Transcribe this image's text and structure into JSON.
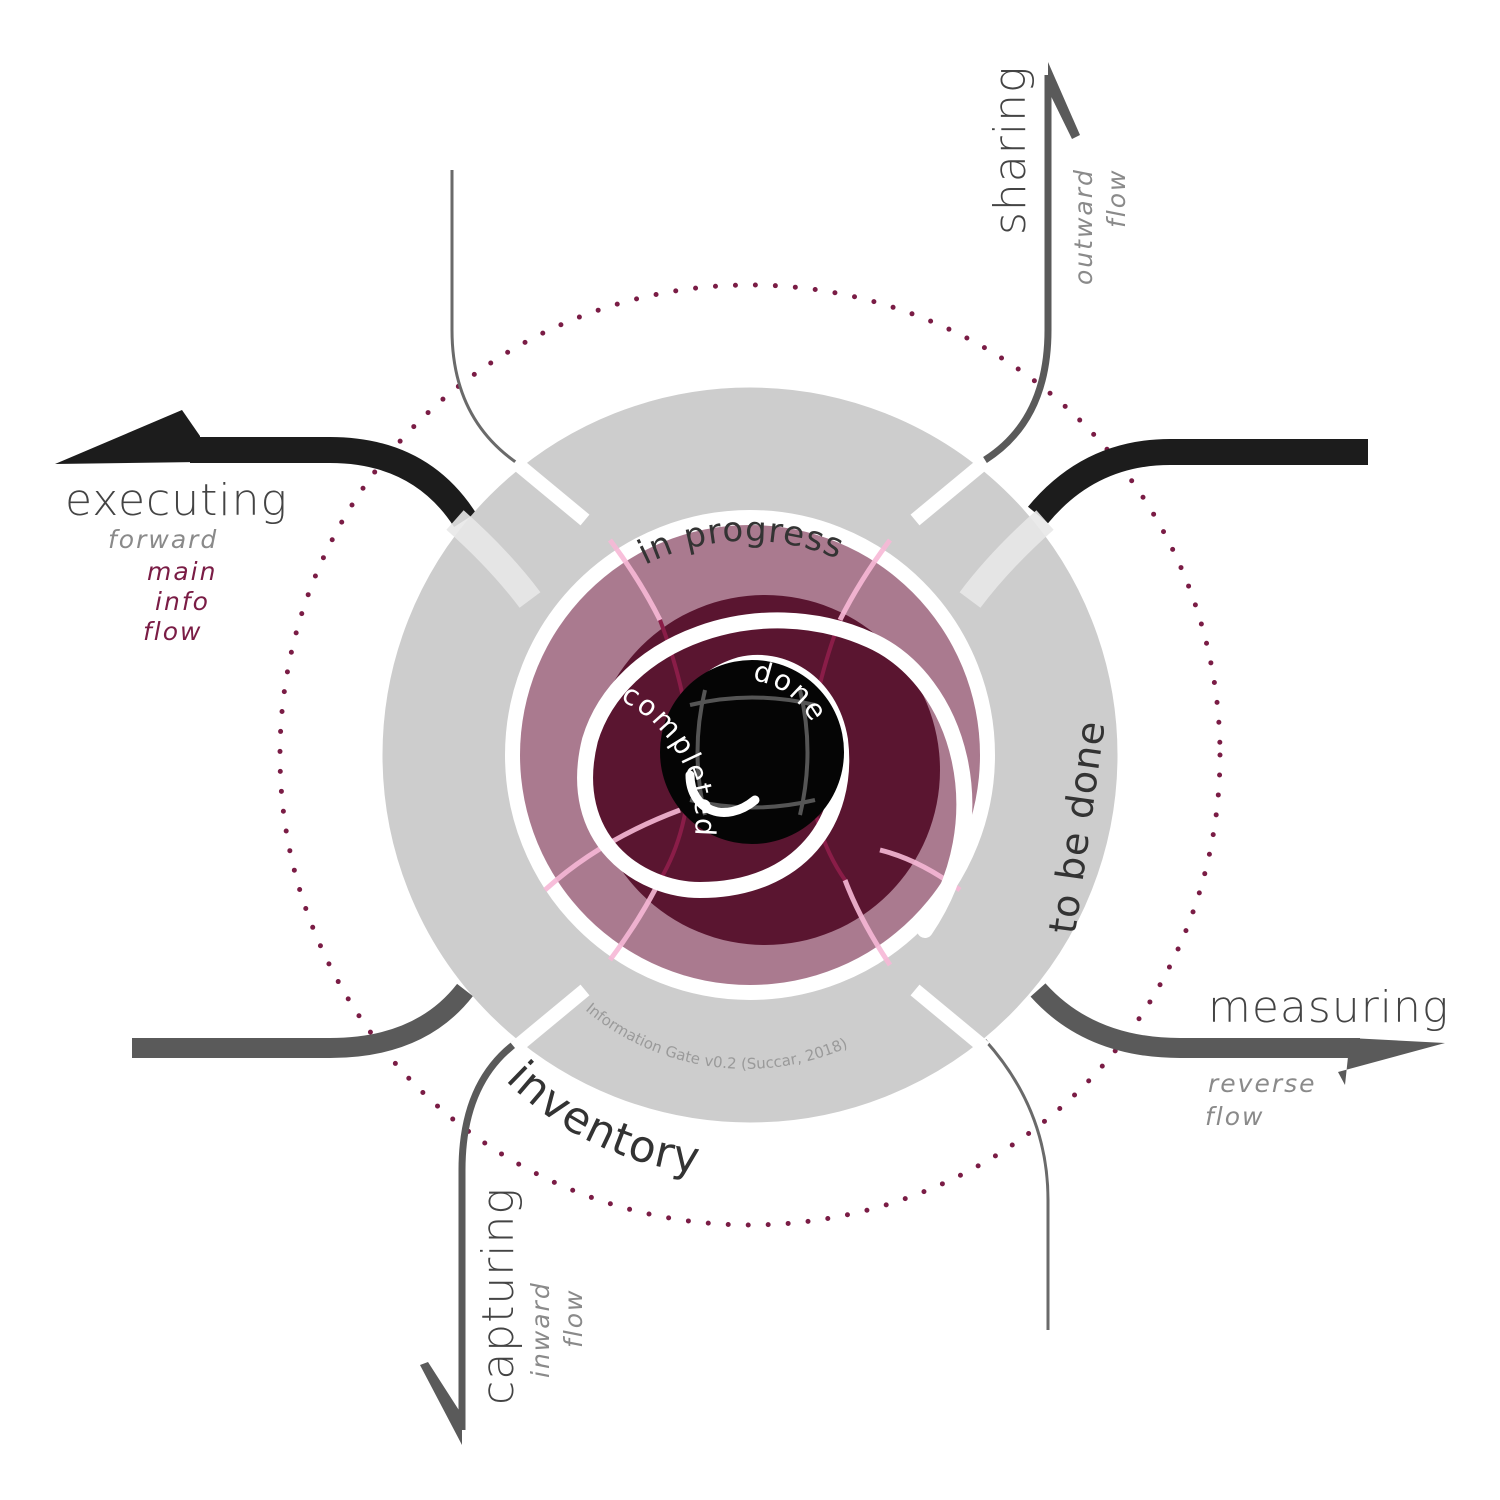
{
  "flows": {
    "executing": {
      "title": "executing",
      "sub": "forward",
      "main_lines": [
        "main",
        "info",
        "flow"
      ]
    },
    "sharing": {
      "title": "sharing",
      "sub_lines": [
        "outward",
        "flow"
      ]
    },
    "measuring": {
      "title": "measuring",
      "sub_lines": [
        "reverse",
        "flow"
      ]
    },
    "capturing": {
      "title": "capturing",
      "sub_lines": [
        "inward",
        "flow"
      ]
    }
  },
  "rings": {
    "outer": "inventory",
    "to_be_done": "to be done",
    "in_progress": "in progress",
    "completed": "completed",
    "done": "done"
  },
  "credit": "Information Gate v0.2 (Succar, 2018)",
  "colors": {
    "dark_arrow": "#1c1c1c",
    "grey_arrow": "#5a5a5a",
    "outer_ring": "#cdcdcd",
    "mid_ring": "#aa7a8f",
    "inner_ring": "#5a1530",
    "core": "#050505",
    "dots": "#7a1c45",
    "accent_pink": "#f7b8d6"
  }
}
